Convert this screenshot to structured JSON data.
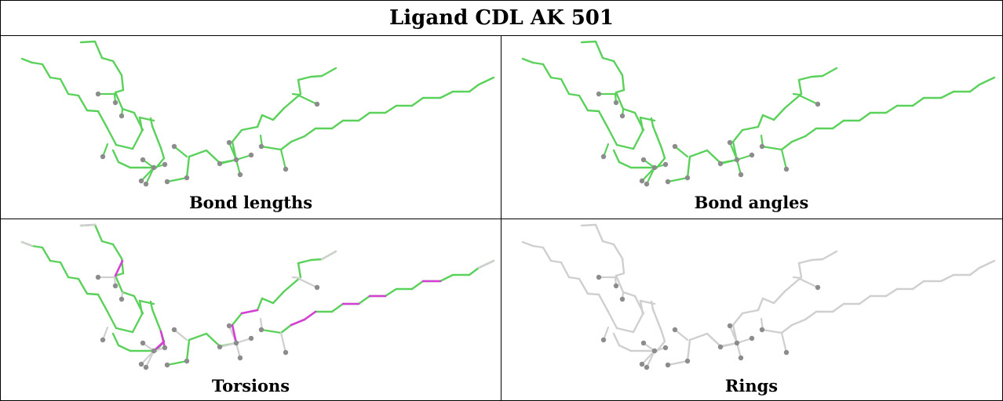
{
  "title": "Ligand CDL AK 501",
  "panels": [
    {
      "caption": "Bond lengths",
      "mode": "lengths"
    },
    {
      "caption": "Bond angles",
      "mode": "angles"
    },
    {
      "caption": "Torsions",
      "mode": "torsions"
    },
    {
      "caption": "Rings",
      "mode": "rings"
    }
  ],
  "colors": {
    "ok_bond": "#5ad15a",
    "flagged_torsion": "#d63fd6",
    "unchecked_bond": "#cfcfcf",
    "atom": "#8c8c8c"
  }
}
